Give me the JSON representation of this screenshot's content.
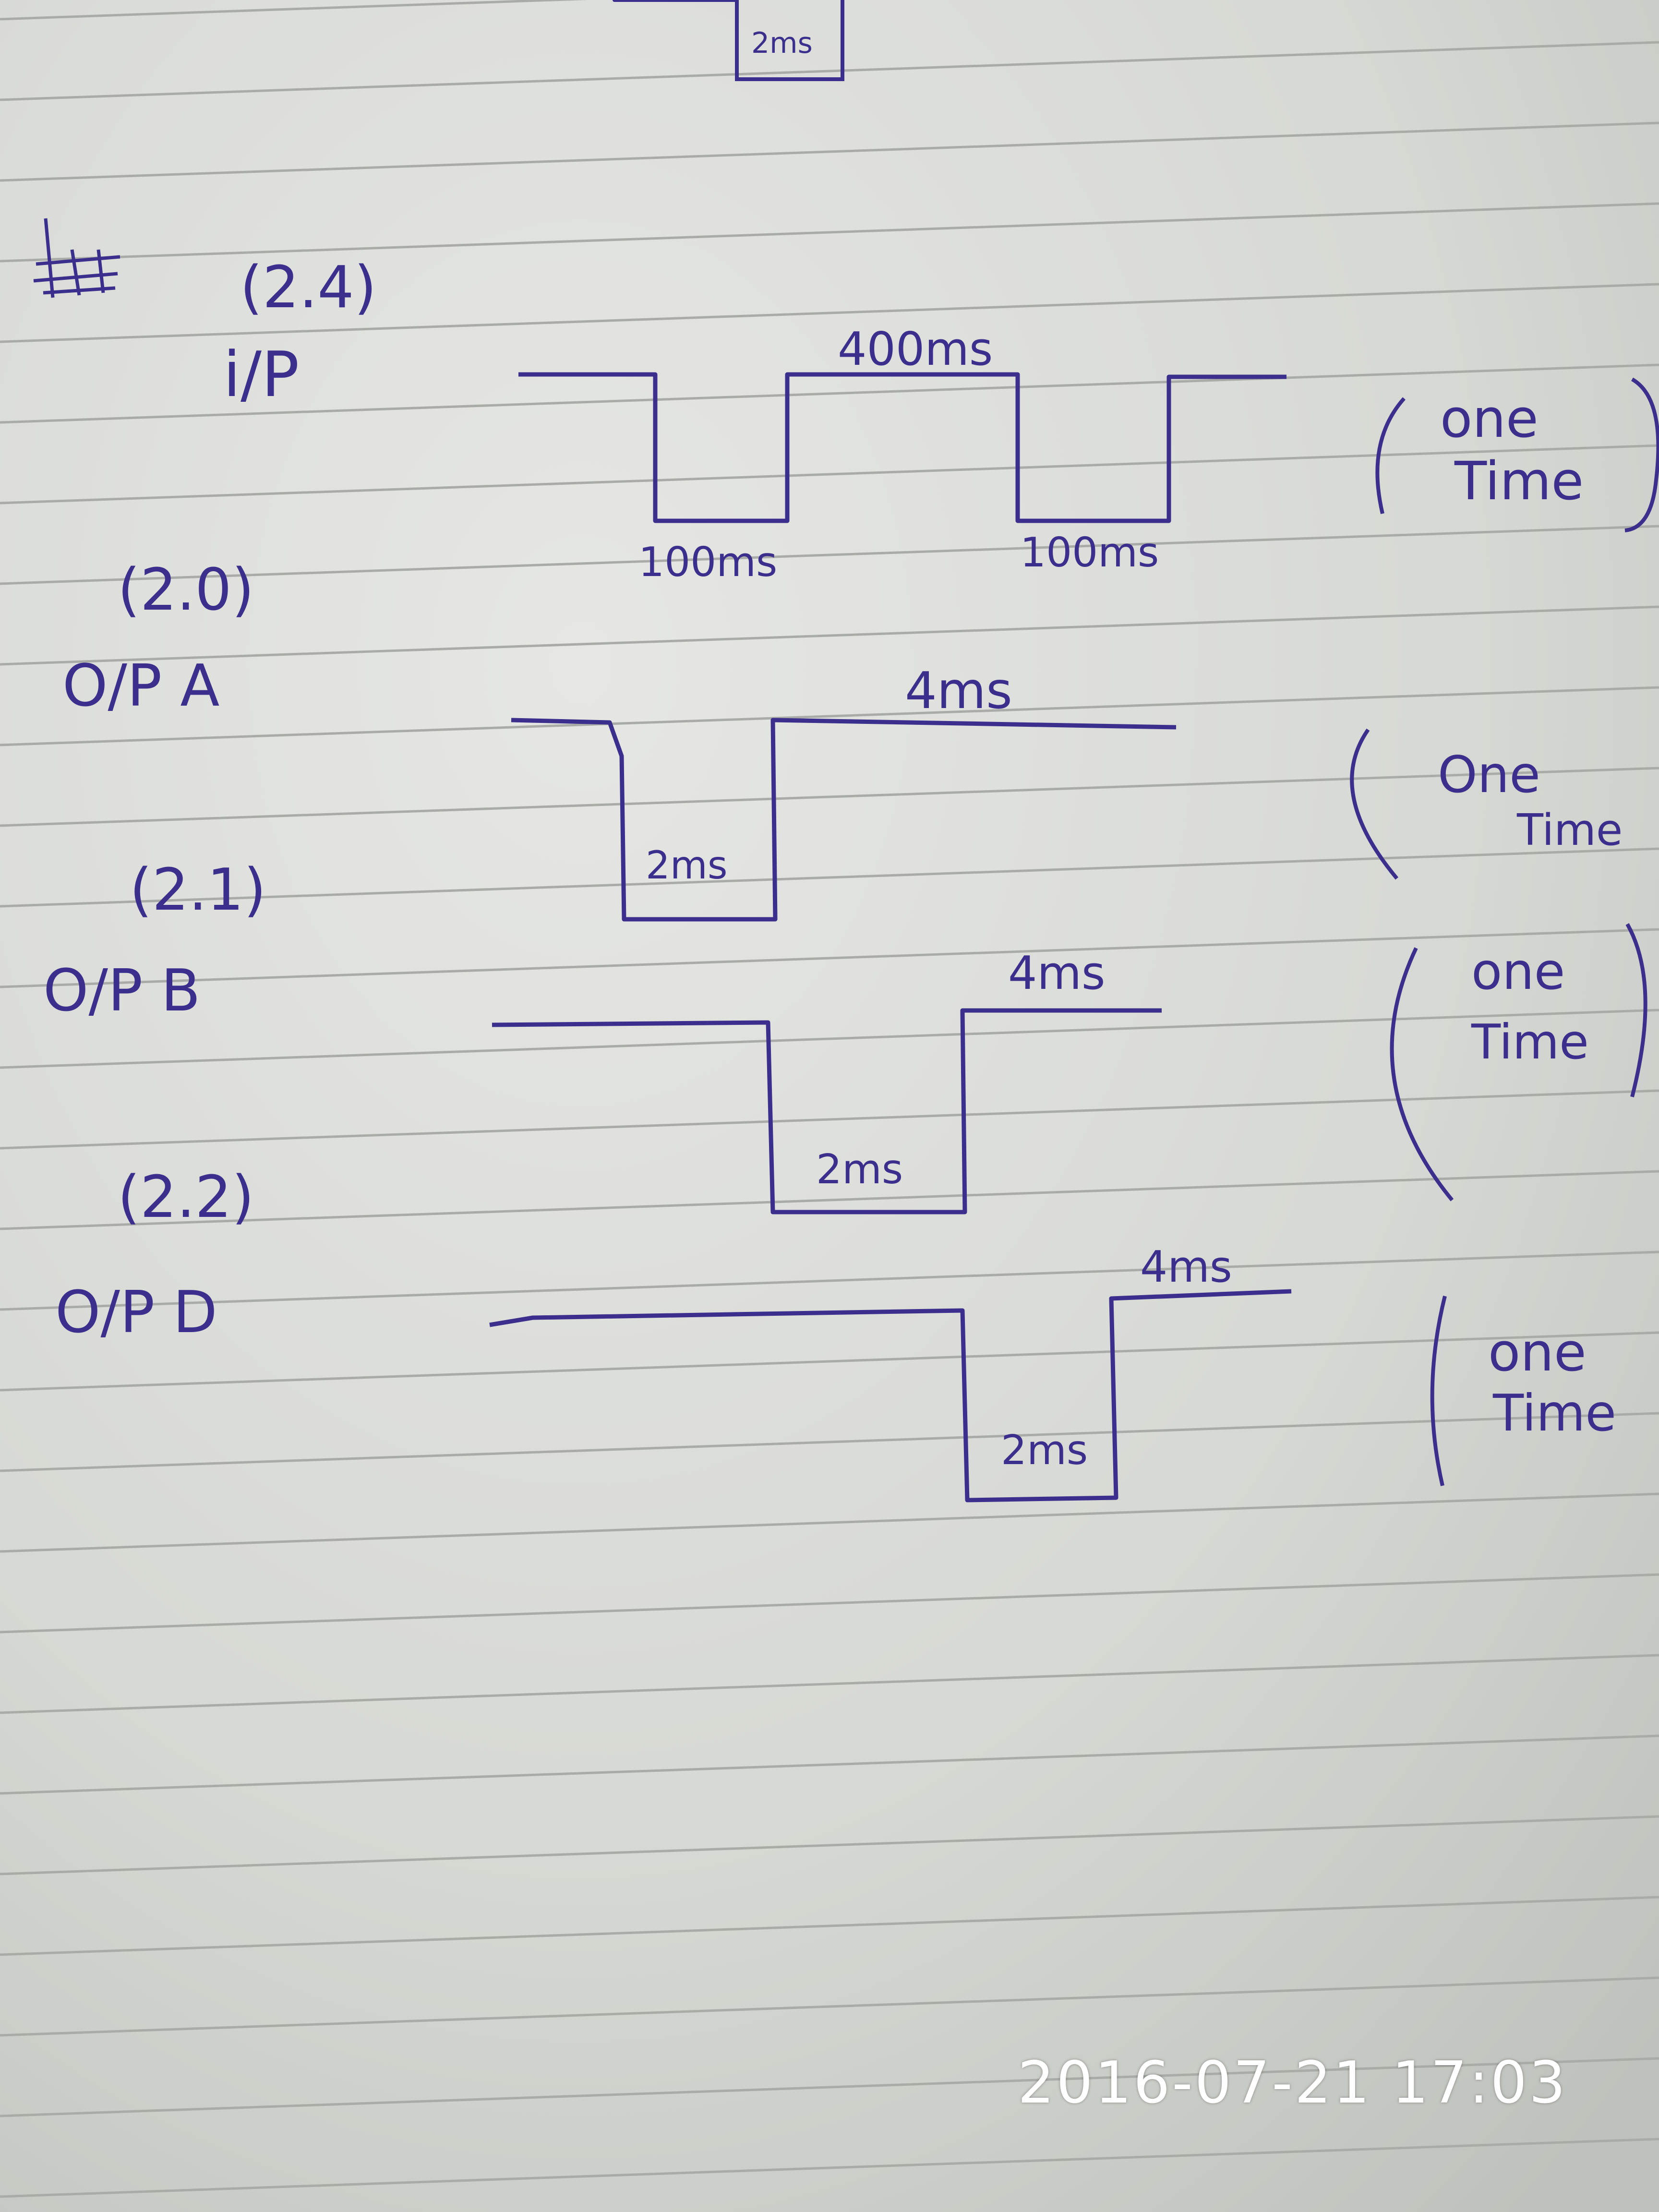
{
  "colors": {
    "paper": "#d9dbd6",
    "rule": "#a9aca6",
    "ink": "#3a2f8c",
    "stamp": "#ffffff"
  },
  "top_box_label": "2ms",
  "strike_mark": "4",
  "sections": [
    {
      "id": "ip",
      "ref": "(2.4)",
      "label": "i/P",
      "pulse_width": "400ms",
      "low_labels": [
        "100ms",
        "100ms"
      ],
      "note": [
        "one",
        "Time"
      ]
    },
    {
      "id": "op-a",
      "ref": "(2.0)",
      "label": "O/P  A",
      "pulse_width": "4ms",
      "low_label": "2ms",
      "note": [
        "One",
        "Time"
      ]
    },
    {
      "id": "op-b",
      "ref": "(2.1)",
      "label": "O/P  B",
      "pulse_width": "4ms",
      "low_label": "2ms",
      "note": [
        "one",
        "Time"
      ]
    },
    {
      "id": "op-d",
      "ref": "(2.2)",
      "label": "O/P  D",
      "pulse_width": "4ms",
      "low_label": "2ms",
      "note": [
        "one",
        "Time"
      ]
    }
  ],
  "timestamp": "2016-07-21  17:03"
}
